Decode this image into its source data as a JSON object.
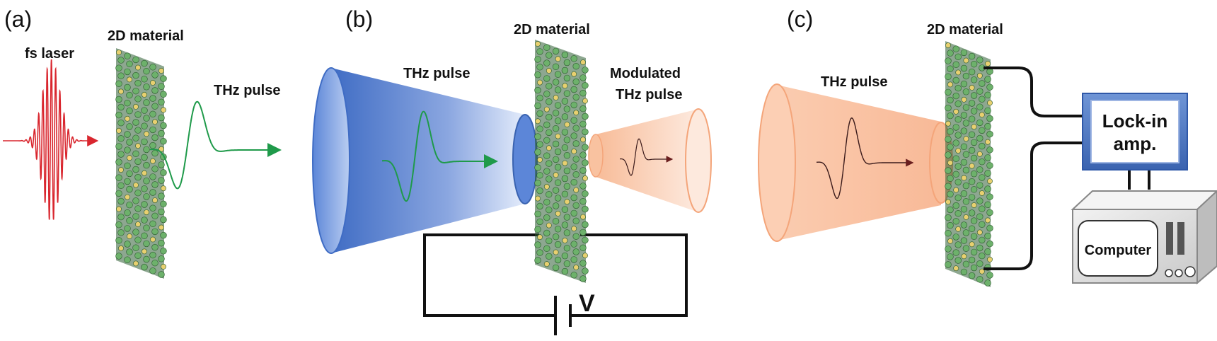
{
  "panels": {
    "a": {
      "label": "(a)",
      "laser_label": "fs laser",
      "material_label": "2D material",
      "pulse_label": "THz pulse"
    },
    "b": {
      "label": "(b)",
      "material_label": "2D material",
      "pulse_label": "THz pulse",
      "modulated_line1": "Modulated",
      "modulated_line2": "THz pulse",
      "voltage_label": "V"
    },
    "c": {
      "label": "(c)",
      "material_label": "2D material",
      "pulse_label": "THz pulse",
      "lockin_line1": "Lock-in",
      "lockin_line2": "amp.",
      "computer_label": "Computer"
    }
  },
  "colors": {
    "laser": "#d9262e",
    "thz_wave": "#1f9a4a",
    "blue_beam": "#4a78c8",
    "orange_beam": "#f5a57a",
    "dark_wave": "#3a1a1a",
    "atom_green": "#5aa35a",
    "atom_yellow": "#e8d070",
    "lockin_box": "#4a78c0"
  },
  "icons": {
    "sheet": "2d-material-lattice-icon",
    "battery": "battery-icon",
    "computer": "computer-icon"
  }
}
